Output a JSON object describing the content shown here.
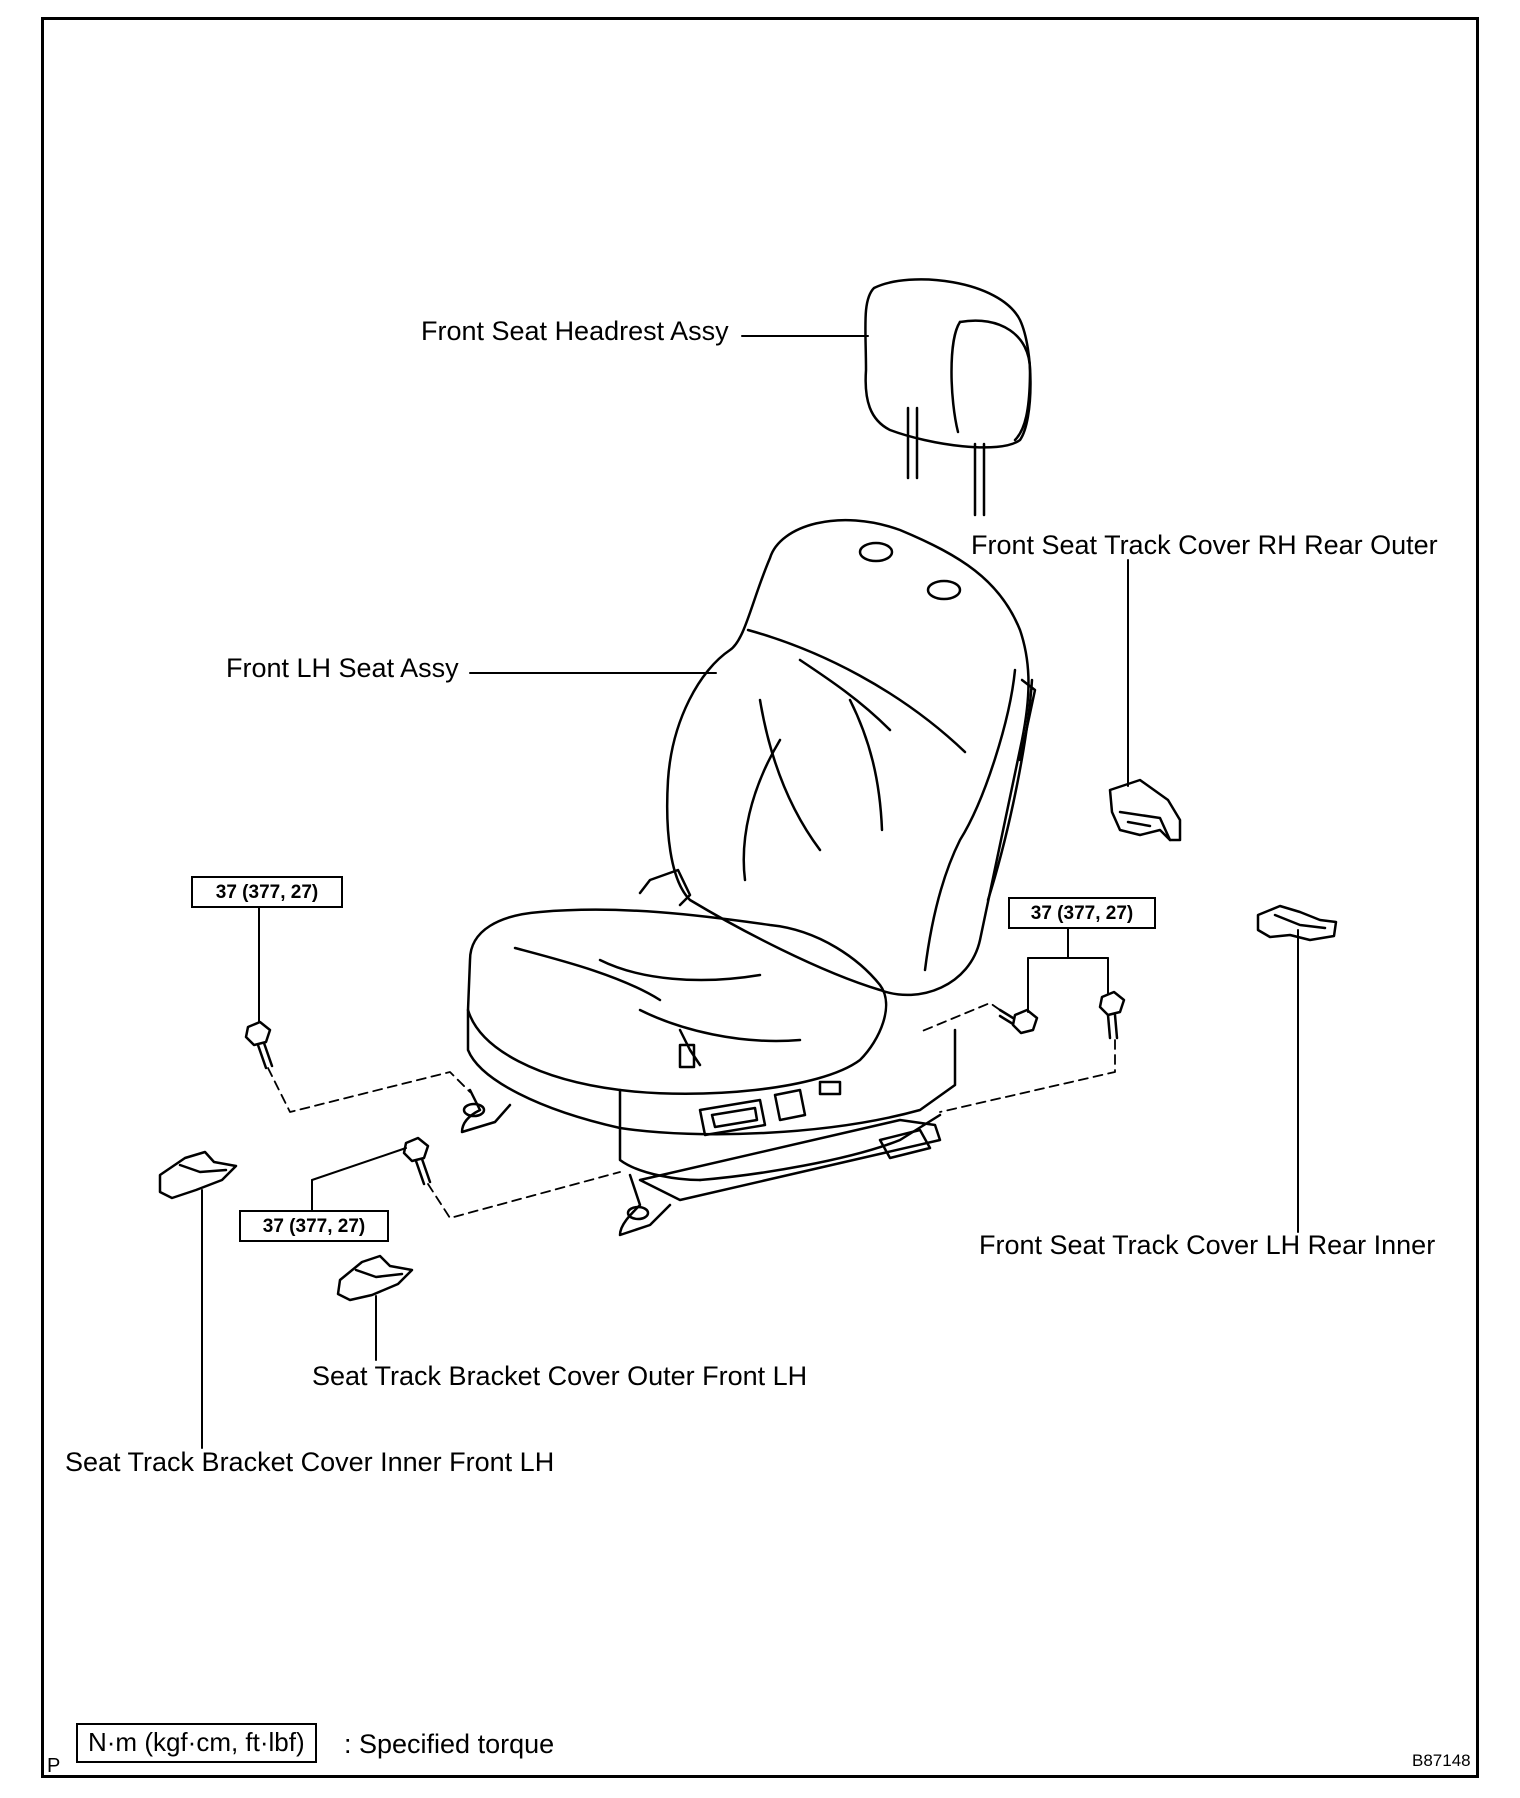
{
  "labels": {
    "headrest": "Front Seat Headrest Assy",
    "seat": "Front LH Seat Assy",
    "rh_rear_outer": "Front Seat Track Cover RH Rear Outer",
    "lh_rear_inner": "Front Seat Track Cover LH Rear Inner",
    "outer_front_lh": "Seat Track Bracket Cover Outer Front LH",
    "inner_front_lh": "Seat Track Bracket Cover Inner Front LH"
  },
  "torque": {
    "left": "37 (377, 27)",
    "right": "37 (377, 27)",
    "front": "37 (377, 27)"
  },
  "legend": {
    "box_text": "N·m (kgf·cm, ft·lbf)",
    "description": ": Specified torque"
  },
  "corner": {
    "left_mark": "P",
    "figure_id": "B87148"
  }
}
